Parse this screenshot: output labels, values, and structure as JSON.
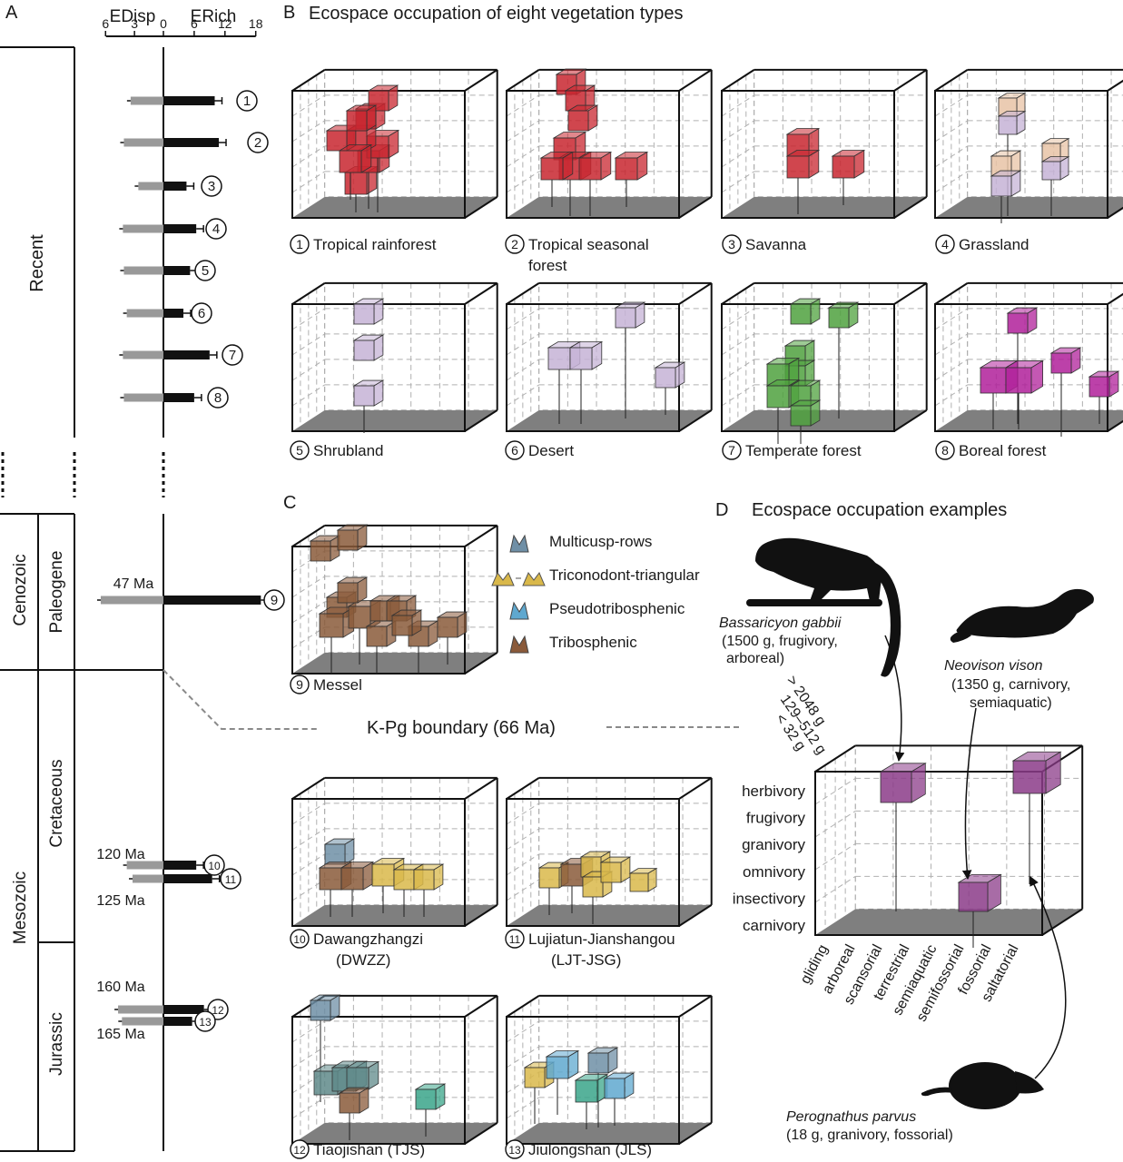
{
  "panels": {
    "a": "A",
    "b": "B",
    "c": "C",
    "d": "D"
  },
  "titles": {
    "b": "Ecospace occupation of eight vegetation types",
    "d": "Ecospace occupation examples"
  },
  "timeline": {
    "recent": "Recent",
    "cenozoic": "Cenozoic",
    "paleogene": "Paleogene",
    "mesozoic": "Mesozoic",
    "cretaceous": "Cretaceous",
    "jurassic": "Jurassic"
  },
  "ages": {
    "messel": "47 Ma",
    "cret_top": "120 Ma",
    "cret_bottom": "125 Ma",
    "jur_top": "160 Ma",
    "jur_bottom": "165 Ma"
  },
  "kpg": "K-Pg boundary (66 Ma)",
  "chart_data": {
    "type": "bar",
    "xlabel_left": "EDisp",
    "xlabel_right": "ERich",
    "left_ticks": [
      "6",
      "3",
      "0"
    ],
    "right_ticks": [
      "6",
      "12",
      "18"
    ],
    "categories": [
      "1",
      "2",
      "3",
      "4",
      "5",
      "6",
      "7",
      "8",
      "9",
      "10",
      "11",
      "12",
      "13"
    ],
    "series": [
      {
        "name": "EDisp",
        "values": [
          3.4,
          4.1,
          2.6,
          4.2,
          4.1,
          3.8,
          4.2,
          4.1,
          6.5,
          3.8,
          3.2,
          4.7,
          4.3
        ]
      },
      {
        "name": "ERich",
        "values": [
          10.0,
          10.8,
          4.5,
          6.4,
          5.2,
          3.9,
          9.0,
          6.0,
          19.0,
          6.4,
          9.5,
          7.9,
          5.6
        ]
      }
    ],
    "colors": {
      "edisp": "#999999",
      "erich": "#111111"
    }
  },
  "cubes": [
    {
      "num": "1",
      "label": "Tropical rainforest"
    },
    {
      "num": "2",
      "label": "Tropical seasonal",
      "label2": "forest"
    },
    {
      "num": "3",
      "label": "Savanna"
    },
    {
      "num": "4",
      "label": "Grassland"
    },
    {
      "num": "5",
      "label": "Shrubland"
    },
    {
      "num": "6",
      "label": "Desert"
    },
    {
      "num": "7",
      "label": "Temperate forest"
    },
    {
      "num": "8",
      "label": "Boreal forest"
    },
    {
      "num": "9",
      "label": "Messel"
    },
    {
      "num": "10",
      "label": "Dawangzhangzi",
      "label2": "(DWZZ)"
    },
    {
      "num": "11",
      "label": "Lujiatun-Jianshangou",
      "label2": "(LJT-JSG)"
    },
    {
      "num": "12",
      "label": "Tiaojishan (TJS)"
    },
    {
      "num": "13",
      "label": "Jiulongshan (JLS)"
    }
  ],
  "legend": [
    {
      "label": "Multicusp-rows",
      "color": "#6f8fa6"
    },
    {
      "label": "Triconodont-triangular",
      "color": "#d9b84a"
    },
    {
      "label": "Pseudotribosphenic",
      "color": "#5fa8cf"
    },
    {
      "label": "Tribosphenic",
      "color": "#8a5a3a"
    }
  ],
  "example": {
    "size_labels": [
      "> 2048 g",
      "129–512 g",
      "< 32 g"
    ],
    "diet_labels": [
      "herbivory",
      "frugivory",
      "granivory",
      "omnivory",
      "insectivory",
      "carnivory"
    ],
    "locomotion_labels": [
      "gliding",
      "arboreal",
      "scansorial",
      "terrestrial",
      "semiaquatic",
      "semifossorial",
      "fossorial",
      "saltatorial"
    ],
    "species": [
      {
        "name": "Bassaricyon gabbii",
        "line1": "(1500 g, frugivory,",
        "line2": "arboreal)"
      },
      {
        "name": "Neovison vison",
        "line1": "(1350 g, carnivory,",
        "line2": "semiaquatic)"
      },
      {
        "name": "Perognathus parvus",
        "line1": "(18 g, granivory, fossorial)"
      }
    ]
  }
}
